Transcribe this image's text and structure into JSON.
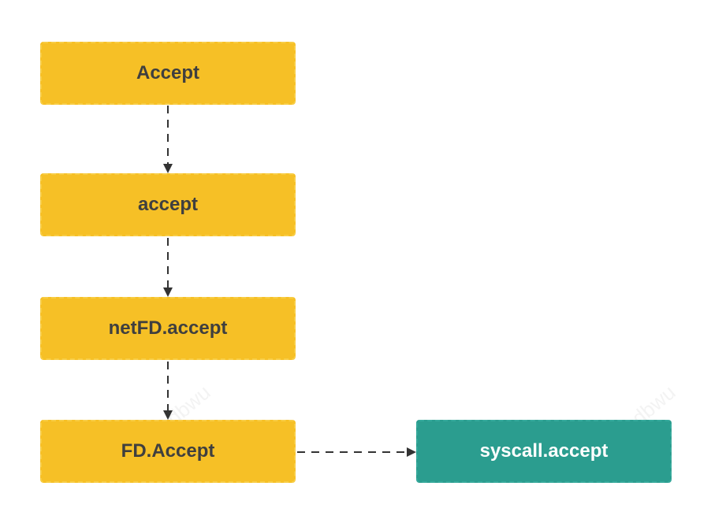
{
  "diagram": {
    "nodes": [
      {
        "id": "n1",
        "label": "Accept",
        "color": "#f6c026"
      },
      {
        "id": "n2",
        "label": "accept",
        "color": "#f6c026"
      },
      {
        "id": "n3",
        "label": "netFD.accept",
        "color": "#f6c026"
      },
      {
        "id": "n4",
        "label": "FD.Accept",
        "color": "#f6c026"
      },
      {
        "id": "n5",
        "label": "syscall.accept",
        "color": "#2b9d8f"
      }
    ],
    "edges": [
      {
        "from": "n1",
        "to": "n2",
        "style": "dashed"
      },
      {
        "from": "n2",
        "to": "n3",
        "style": "dashed"
      },
      {
        "from": "n3",
        "to": "n4",
        "style": "dashed"
      },
      {
        "from": "n4",
        "to": "n5",
        "style": "dashed"
      }
    ]
  }
}
